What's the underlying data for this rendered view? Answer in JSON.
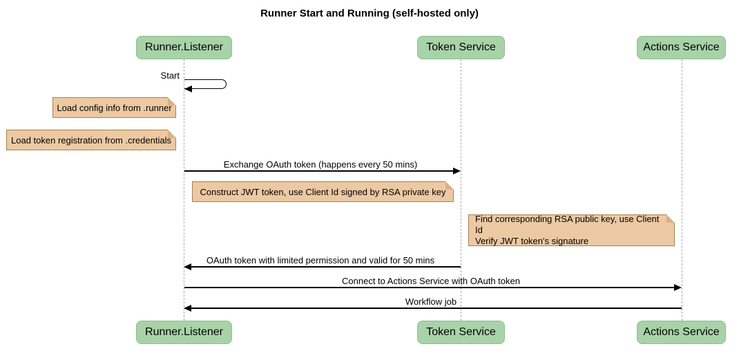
{
  "title": "Runner Start and Running (self-hosted only)",
  "participants": [
    {
      "label": "Runner.Listener"
    },
    {
      "label": "Token Service"
    },
    {
      "label": "Actions Service"
    }
  ],
  "messages": [
    {
      "label": "Start",
      "from": "Runner.Listener",
      "to": "Runner.Listener",
      "kind": "self"
    },
    {
      "label": "Exchange OAuth token (happens every 50 mins)",
      "from": "Runner.Listener",
      "to": "Token Service",
      "kind": "solid-arrow"
    },
    {
      "label": "OAuth token with limited permission and valid for 50 mins",
      "from": "Token Service",
      "to": "Runner.Listener",
      "kind": "solid-arrow"
    },
    {
      "label": "Connect to Actions Service with OAuth token",
      "from": "Runner.Listener",
      "to": "Actions Service",
      "kind": "solid-arrow"
    },
    {
      "label": "Workflow job",
      "from": "Actions Service",
      "to": "Runner.Listener",
      "kind": "solid-arrow"
    }
  ],
  "notes": [
    {
      "text": "Load config info from .runner",
      "position": "left of Runner.Listener"
    },
    {
      "text": "Load token registration from .credentials",
      "position": "left of Runner.Listener"
    },
    {
      "text": "Construct JWT token, use Client Id signed by RSA private key",
      "position": "right of Runner.Listener"
    },
    {
      "text": "Find corresponding RSA public key, use Client Id\nVerify JWT token's signature",
      "position": "right of Token Service"
    }
  ],
  "colors": {
    "background": "#ffffff",
    "actor_fill": "#a8d2a8",
    "actor_border": "#8cbf8c",
    "note_fill": "#ecc9a2",
    "note_border": "#a6814c",
    "lifeline": "#a9a9a9",
    "arrow": "#000000",
    "text": "#000000"
  }
}
